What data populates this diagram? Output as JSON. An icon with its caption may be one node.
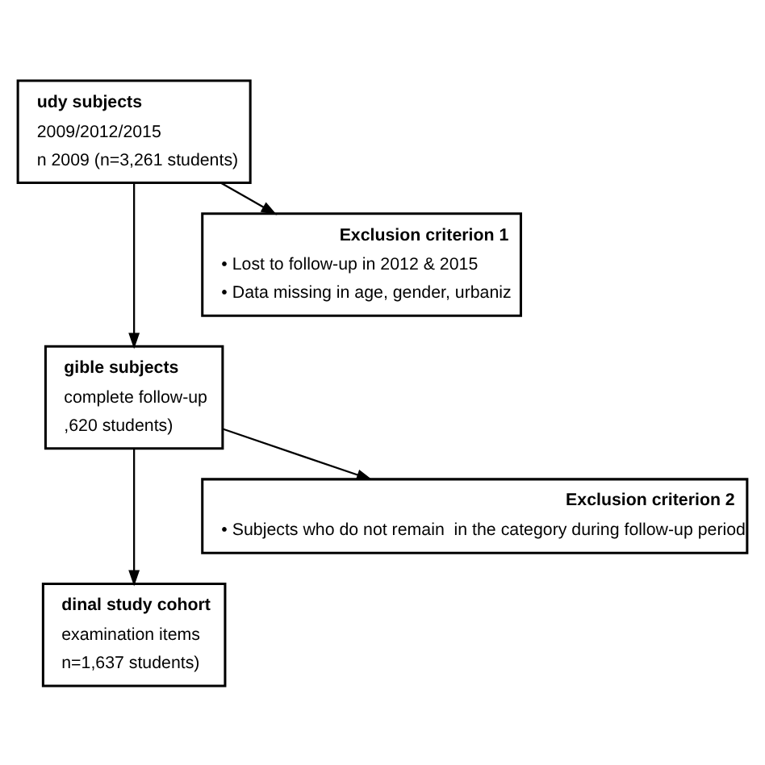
{
  "diagram": {
    "nodes": [
      {
        "text": [
          "udy subjects",
          "2009/2012/2015",
          "n 2009 (n=3,261 students)"
        ]
      },
      {
        "text": [
          "Exclusion criterion 1",
          "• Lost to follow-up in 2012 & 2015",
          "• Data missing in age, gender, urbaniz"
        ]
      },
      {
        "text": [
          "gible subjects",
          "complete follow-up",
          ",620 students)"
        ]
      },
      {
        "text": [
          "Exclusion criterion 2",
          "• Subjects who do not remain  in the category during follow-up period"
        ]
      },
      {
        "text": [
          "dinal study cohort",
          "examination items",
          "n=1,637 students)"
        ]
      }
    ],
    "edges": [
      {
        "from": 0,
        "to": 1,
        "arrow": "to"
      },
      {
        "from": 0,
        "to": 2,
        "arrow": "to"
      },
      {
        "from": 2,
        "to": 3,
        "arrow": "to"
      },
      {
        "from": 2,
        "to": 4,
        "arrow": "to"
      }
    ]
  }
}
